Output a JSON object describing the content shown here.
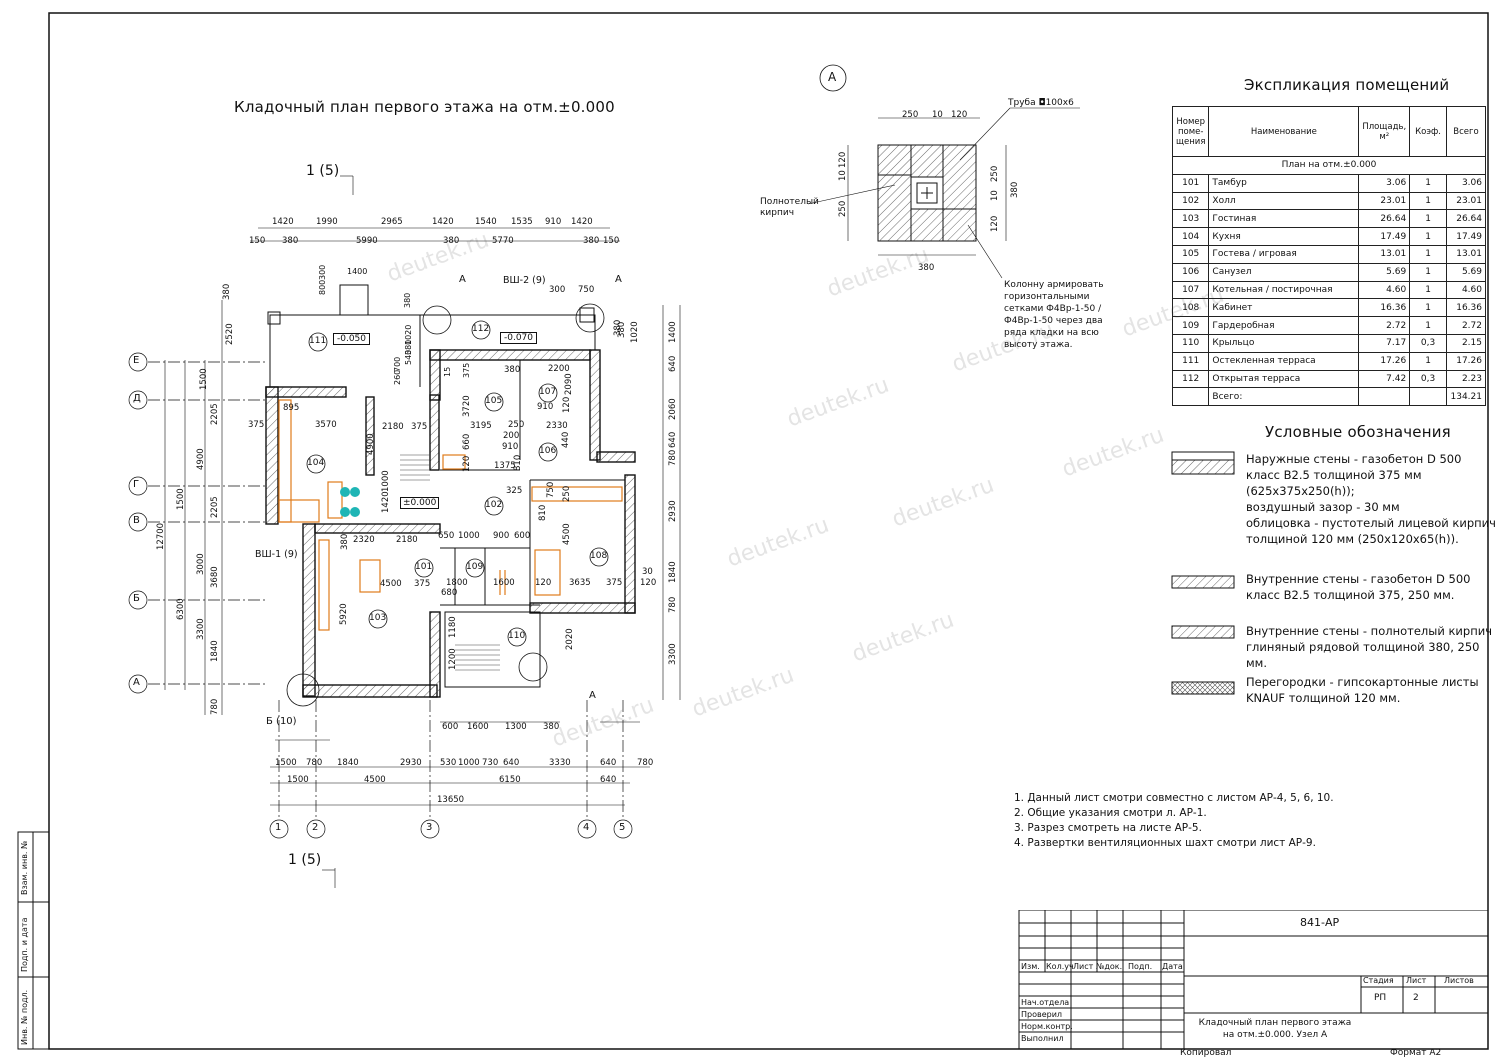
{
  "plan": {
    "title": "Кладочный план первого этажа на отм.±0.000",
    "section_mark_top": "1 (5)",
    "section_mark_bottom": "1 (5)",
    "node_mark_b10": "Б (10)",
    "cut_a": "А",
    "vsh1": "ВШ-1 (9)",
    "vsh2": "ВШ-2 (9)",
    "level_111": "-0.050",
    "level_112": "-0.070",
    "level_main": "±0.000",
    "rooms": [
      "101",
      "102",
      "103",
      "104",
      "105",
      "106",
      "107",
      "108",
      "109",
      "110",
      "111",
      "112"
    ],
    "axes_letters": [
      "Е",
      "Д",
      "Г",
      "В",
      "Б",
      "А"
    ],
    "axes_numbers": [
      "1",
      "2",
      "3",
      "4",
      "5"
    ],
    "dims_top1": [
      "1420",
      "1990",
      "2965",
      "1420",
      "1540",
      "1535",
      "910",
      "1420"
    ],
    "dims_top2": [
      "150",
      "380",
      "5990",
      "380",
      "5770",
      "380",
      "150"
    ],
    "dims_bottom1": [
      "1500",
      "780",
      "1840",
      "2930",
      "530",
      "1000",
      "730",
      "640",
      "3330",
      "640",
      "780"
    ],
    "dims_bottom2": [
      "1500",
      "4500",
      "6150",
      "640"
    ],
    "dims_bottom3": "13650",
    "dims_left1": [
      "380",
      "2520",
      "1500",
      "2205",
      "4900",
      "1500",
      "2205",
      "3680",
      "3000",
      "3300",
      "1840",
      "780"
    ],
    "dims_left_total": "12700",
    "dims_left_6300": "6300",
    "dims_right": [
      "1400",
      "1020",
      "380",
      "640",
      "2060",
      "780",
      "640",
      "2930",
      "1840",
      "780",
      "3300"
    ],
    "inner_dims": [
      "1400",
      "800",
      "300",
      "380",
      "380",
      "1020",
      "540",
      "700",
      "260",
      "15",
      "375",
      "3570",
      "895",
      "375",
      "4900",
      "2180",
      "375",
      "1000",
      "1420",
      "3195",
      "660",
      "120",
      "3720",
      "250",
      "200",
      "910",
      "1375",
      "325",
      "2200",
      "380",
      "2090",
      "910",
      "120",
      "2330",
      "440",
      "810",
      "750",
      "250",
      "810",
      "4500",
      "1800",
      "1600",
      "120",
      "3635",
      "375",
      "650",
      "1000",
      "900",
      "600",
      "2320",
      "2180",
      "4500",
      "375",
      "5920",
      "1180",
      "1200",
      "680",
      "600",
      "1600",
      "1300",
      "380",
      "2020",
      "380",
      "120",
      "30",
      "300",
      "750",
      "380"
    ]
  },
  "node": {
    "mark": "А",
    "pipe": "Труба ◘100x6",
    "brick": "Полнотелый кирпич",
    "dims_top": [
      "250",
      "10",
      "120"
    ],
    "dims_left": [
      "120",
      "10",
      "250"
    ],
    "dims_right": [
      "250",
      "10",
      "120"
    ],
    "dim_right_total": "380",
    "dim_bottom": "380",
    "note": "Колонну армировать горизонтальными сетками Ф4Вр-1-50 / Ф4Вр-1-50 через два ряда кладки на всю высоту этажа."
  },
  "explication": {
    "title": "Экспликация помещений",
    "headers": [
      "Номер поме-щения",
      "Наименование",
      "Площадь, м²",
      "Коэф.",
      "Всего"
    ],
    "subheader": "План на отм.±0.000",
    "rows": [
      [
        "101",
        "Тамбур",
        "3.06",
        "1",
        "3.06"
      ],
      [
        "102",
        "Холл",
        "23.01",
        "1",
        "23.01"
      ],
      [
        "103",
        "Гостиная",
        "26.64",
        "1",
        "26.64"
      ],
      [
        "104",
        "Кухня",
        "17.49",
        "1",
        "17.49"
      ],
      [
        "105",
        "Гостева / игровая",
        "13.01",
        "1",
        "13.01"
      ],
      [
        "106",
        "Санузел",
        "5.69",
        "1",
        "5.69"
      ],
      [
        "107",
        "Котельная / постирочная",
        "4.60",
        "1",
        "4.60"
      ],
      [
        "108",
        "Кабинет",
        "16.36",
        "1",
        "16.36"
      ],
      [
        "109",
        "Гардеробная",
        "2.72",
        "1",
        "2.72"
      ],
      [
        "110",
        "Крыльцо",
        "7.17",
        "0,3",
        "2.15"
      ],
      [
        "111",
        "Остекленная терраса",
        "17.26",
        "1",
        "17.26"
      ],
      [
        "112",
        "Открытая терраса",
        "7.42",
        "0,3",
        "2.23"
      ]
    ],
    "total_label": "Всего:",
    "total_value": "134.21"
  },
  "legend": {
    "title": "Условные обозначения",
    "items": [
      [
        "Наружные стены - газобетон D 500",
        "класс В2.5 толщиной 375 мм",
        "(625х375х250(h));",
        "воздушный зазор - 30 мм",
        "облицовка - пустотелый лицевой кирпич",
        "толщиной 120 мм (250х120х65(h))."
      ],
      [
        "Внутренние стены - газобетон D 500",
        "класс В2.5 толщиной 375, 250 мм."
      ],
      [
        "Внутренние стены - полнотелый кирпич",
        "глиняный рядовой толщиной 380, 250 мм."
      ],
      [
        "Перегородки - гипсокартонные листы",
        "KNAUF толщиной 120 мм."
      ]
    ]
  },
  "notes": [
    "1. Данный лист смотри совместно с листом АР-4, 5, 6, 10.",
    "2. Общие указания смотри л. АР-1.",
    "3. Разрез смотреть на листе АР-5.",
    "4. Развертки вентиляционных шахт смотри лист АР-9."
  ],
  "stamp": {
    "code": "841-АР",
    "cols": [
      "Изм.",
      "Кол.уч",
      "Лист",
      "№док.",
      "Подп.",
      "Дата"
    ],
    "roles": [
      "Нач.отдела",
      "Проверил",
      "Норм.контр.",
      "Выполнил"
    ],
    "stage_h": "Стадия",
    "sheet_h": "Лист",
    "sheets_h": "Листов",
    "stage": "РП",
    "sheet": "2",
    "sheets": "",
    "description": "Кладочный план первого этажа на отм.±0.000. Узел А",
    "copied": "Копировал",
    "format": "Формат А2"
  },
  "side_stamp": [
    "Взам. инв. №",
    "Подп. и дата",
    "Инв. № подл."
  ],
  "watermark": "deutek.ru",
  "colors": {
    "line": "#111111",
    "furniture": "#e07b1a",
    "fixture": "#1fb5b5",
    "watermark": "#e4e4e4"
  }
}
